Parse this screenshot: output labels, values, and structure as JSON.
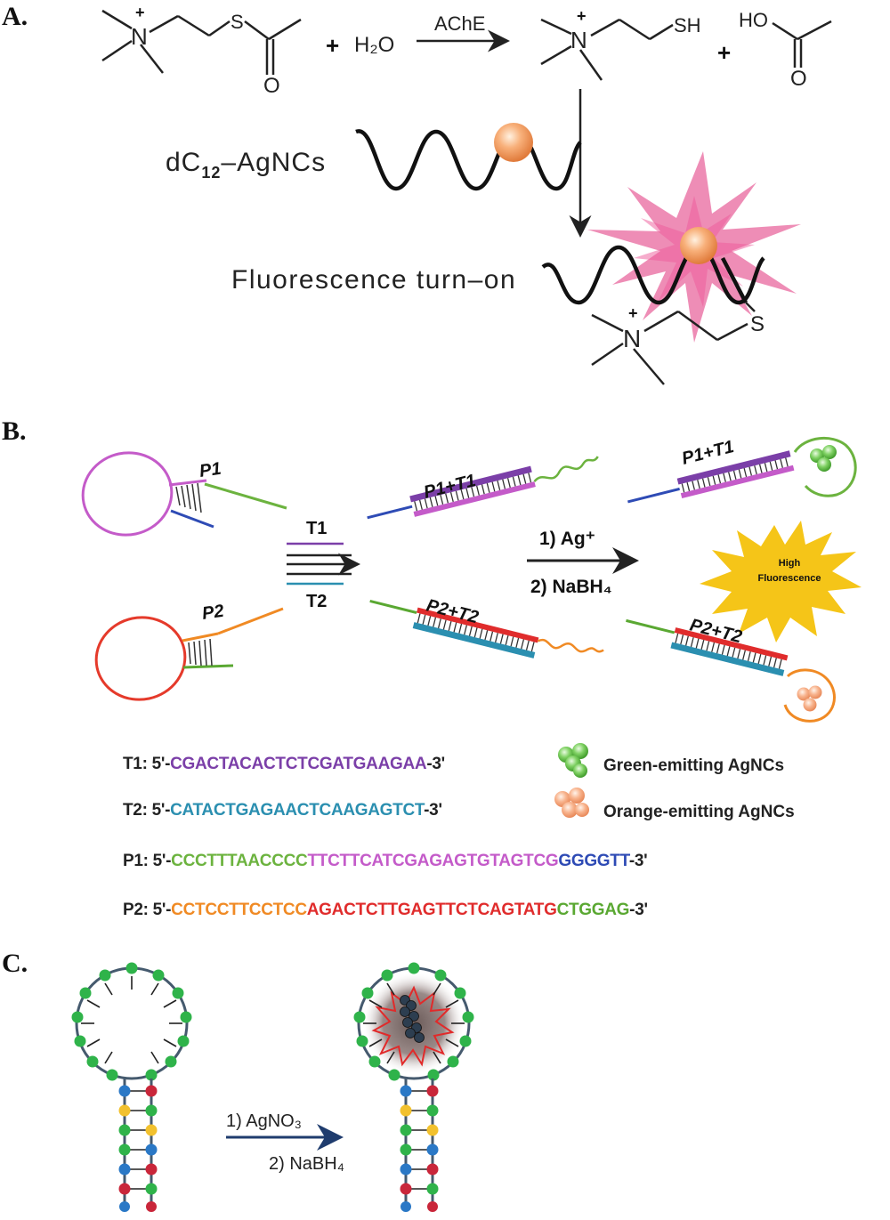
{
  "panels": {
    "a": "A.",
    "b": "B.",
    "c": "C."
  },
  "panel_a": {
    "plus_sign": "+",
    "water": "H₂O",
    "enzyme": "AChE",
    "sh_group": "SH",
    "ho_group": "HO",
    "oxygen": "O",
    "sulfur": "S",
    "nitrogen": "N",
    "probe_label_prefix": "dC",
    "probe_label_sub": "12",
    "probe_label_suffix": "–AgNCs",
    "turn_on_label": "Fluorescence turn–on"
  },
  "panel_b": {
    "p1": "P1",
    "p2": "P2",
    "t1": "T1",
    "t2": "T2",
    "p1t1": "P1+T1",
    "p2t2": "P2+T2",
    "step1": "1) Ag⁺",
    "step2": "2) NaBH₄",
    "burst_line1": "High",
    "burst_line2": "Fluorescence",
    "legend_green": "Green-emitting AgNCs",
    "legend_orange": "Orange-emitting AgNCs",
    "sequences": {
      "t1": {
        "prefix": "T1: 5'-",
        "parts": [
          "CGACTACACTCTCGATGAAGAA"
        ],
        "suffix": "-3'"
      },
      "t2": {
        "prefix": "T2: 5'-",
        "parts": [
          "CATACTGAGAACTCAAGAGTCT"
        ],
        "suffix": "-3'"
      },
      "p1": {
        "prefix": "P1: 5'-",
        "parts": [
          "CCCTTTAACCCC",
          "TTCTTCATCGAGAGTGTAGTCG",
          "GGGGTT"
        ],
        "suffix": "-3'"
      },
      "p2": {
        "prefix": "P2: 5'-",
        "parts": [
          "CCTCCTTCCTCC",
          "AGACTCTTGAGTTCTCAGTATG",
          "CTGGAG"
        ],
        "suffix": "-3'"
      }
    }
  },
  "panel_c": {
    "step1": "1) AgNO₃",
    "step2": "2) NaBH₄"
  },
  "colors": {
    "t1_seq": "#7b3fa8",
    "t2_seq": "#2b8fb0",
    "p1_part1": "#6cb33f",
    "p1_part2": "#c45bc9",
    "p1_part3": "#2e4bb5",
    "p2_part1": "#f08a24",
    "p2_part2": "#e02c2c",
    "p2_part3": "#5aa832",
    "loop_pink": "#c45bc9",
    "loop_red": "#e53a2b",
    "nanocluster_orange": "#f5a06a",
    "starburst_pink": "#e0307a",
    "burst_yellow": "#f5c518",
    "arrow_navy": "#1f3c6e"
  }
}
